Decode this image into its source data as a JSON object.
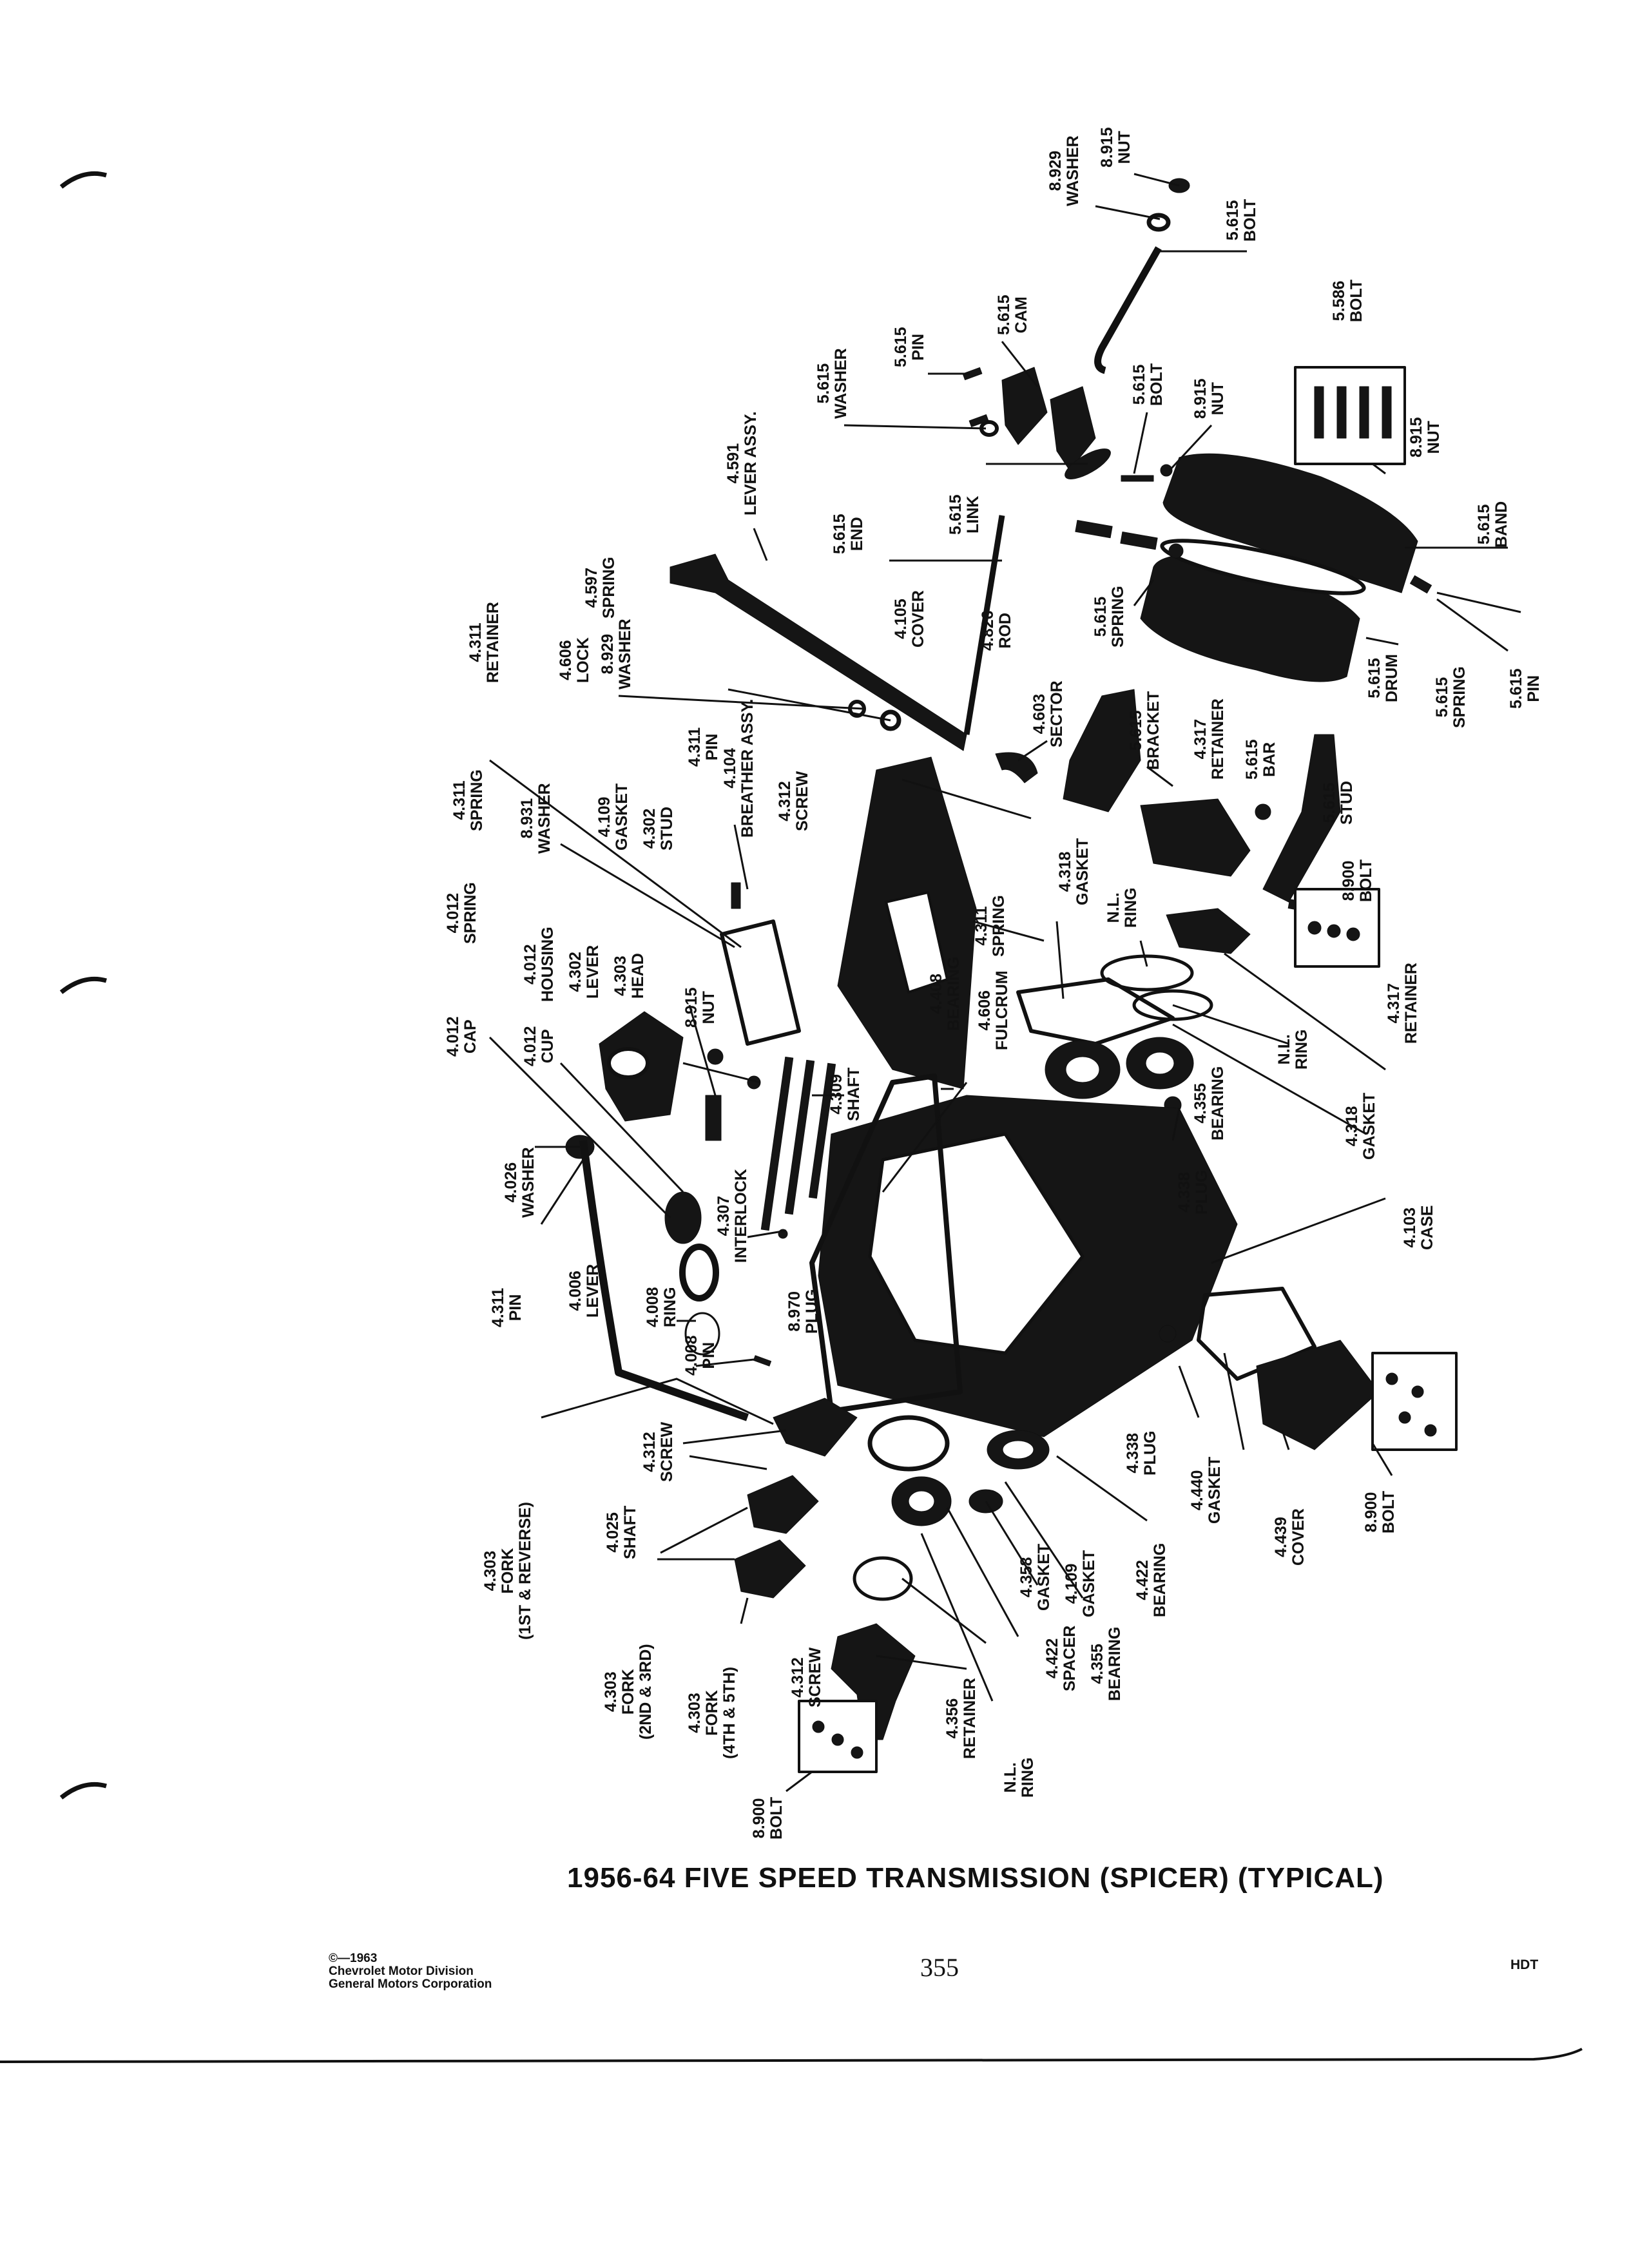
{
  "title": "1956-64 FIVE SPEED TRANSMISSION (SPICER) (TYPICAL)",
  "copyright": [
    "©—1963",
    "Chevrolet Motor Division",
    "General Motors Corporation"
  ],
  "page_number": "355",
  "section_code": "HDT",
  "callouts": [
    {
      "num": "8.929",
      "name": "WASHER"
    },
    {
      "num": "8.915",
      "name": "NUT"
    },
    {
      "num": "5.615",
      "name": "BOLT"
    },
    {
      "num": "5.615",
      "name": "CAM"
    },
    {
      "num": "5.615",
      "name": "PIN"
    },
    {
      "num": "5.615",
      "name": "WASHER"
    },
    {
      "num": "5.615",
      "name": "BOLT"
    },
    {
      "num": "8.915",
      "name": "NUT"
    },
    {
      "num": "5.586",
      "name": "BOLT"
    },
    {
      "num": "8.915",
      "name": "NUT"
    },
    {
      "num": "5.615",
      "name": "BAND"
    },
    {
      "num": "4.591",
      "name": "LEVER ASSY."
    },
    {
      "num": "5.615",
      "name": "END"
    },
    {
      "num": "5.615",
      "name": "LINK"
    },
    {
      "num": "4.597",
      "name": "SPRING"
    },
    {
      "num": "4.311",
      "name": "RETAINER"
    },
    {
      "num": "4.606",
      "name": "LOCK"
    },
    {
      "num": "8.929",
      "name": "WASHER"
    },
    {
      "num": "4.105",
      "name": "COVER"
    },
    {
      "num": "4.826",
      "name": "ROD"
    },
    {
      "num": "5.615",
      "name": "SPRING"
    },
    {
      "num": "5.615",
      "name": "DRUM"
    },
    {
      "num": "5.615",
      "name": "SPRING"
    },
    {
      "num": "5.615",
      "name": "PIN"
    },
    {
      "num": "4.311",
      "name": "PIN"
    },
    {
      "num": "4.104",
      "name": "BREATHER ASSY."
    },
    {
      "num": "4.312",
      "name": "SCREW"
    },
    {
      "num": "4.603",
      "name": "SECTOR"
    },
    {
      "num": "5.615",
      "name": "BRACKET"
    },
    {
      "num": "4.317",
      "name": "RETAINER"
    },
    {
      "num": "5.615",
      "name": "BAR"
    },
    {
      "num": "5.615",
      "name": "STUD"
    },
    {
      "num": "4.311",
      "name": "SPRING"
    },
    {
      "num": "8.931",
      "name": "WASHER"
    },
    {
      "num": "4.109",
      "name": "GASKET"
    },
    {
      "num": "4.302",
      "name": "STUD"
    },
    {
      "num": "4.311",
      "name": "SPRING"
    },
    {
      "num": "4.318",
      "name": "GASKET"
    },
    {
      "num": "8.900",
      "name": "BOLT"
    },
    {
      "num": "N.L.",
      "name": "RING"
    },
    {
      "num": "4.012",
      "name": "SPRING"
    },
    {
      "num": "4.012",
      "name": "HOUSING"
    },
    {
      "num": "4.302",
      "name": "LEVER"
    },
    {
      "num": "4.303",
      "name": "HEAD"
    },
    {
      "num": "8.915",
      "name": "NUT"
    },
    {
      "num": "4.408",
      "name": "BEARING"
    },
    {
      "num": "4.606",
      "name": "FULCRUM"
    },
    {
      "num": "4.317",
      "name": "RETAINER"
    },
    {
      "num": "N.L.",
      "name": "RING"
    },
    {
      "num": "4.012",
      "name": "CAP"
    },
    {
      "num": "4.012",
      "name": "CUP"
    },
    {
      "num": "4.309",
      "name": "SHAFT"
    },
    {
      "num": "4.355",
      "name": "BEARING"
    },
    {
      "num": "4.318",
      "name": "GASKET"
    },
    {
      "num": "4.026",
      "name": "WASHER"
    },
    {
      "num": "4.307",
      "name": "INTERLOCK"
    },
    {
      "num": "4.338",
      "name": "PLUG"
    },
    {
      "num": "4.103",
      "name": "CASE"
    },
    {
      "num": "4.311",
      "name": "PIN"
    },
    {
      "num": "4.006",
      "name": "LEVER"
    },
    {
      "num": "4.008",
      "name": "RING"
    },
    {
      "num": "8.970",
      "name": "PLUG"
    },
    {
      "num": "4.008",
      "name": "PIN"
    },
    {
      "num": "4.303",
      "name": "FORK",
      "extra": "(1ST & REVERSE)"
    },
    {
      "num": "4.312",
      "name": "SCREW"
    },
    {
      "num": "4.025",
      "name": "SHAFT"
    },
    {
      "num": "4.338",
      "name": "PLUG"
    },
    {
      "num": "4.440",
      "name": "GASKET"
    },
    {
      "num": "4.439",
      "name": "COVER"
    },
    {
      "num": "8.900",
      "name": "BOLT"
    },
    {
      "num": "4.358",
      "name": "GASKET"
    },
    {
      "num": "4.109",
      "name": "GASKET"
    },
    {
      "num": "4.422",
      "name": "BEARING"
    },
    {
      "num": "4.303",
      "name": "FORK",
      "extra": "(2ND & 3RD)"
    },
    {
      "num": "4.303",
      "name": "FORK",
      "extra": "(4TH & 5TH)"
    },
    {
      "num": "4.312",
      "name": "SCREW"
    },
    {
      "num": "4.356",
      "name": "RETAINER"
    },
    {
      "num": "4.422",
      "name": "SPACER"
    },
    {
      "num": "4.355",
      "name": "BEARING"
    },
    {
      "num": "N.L.",
      "name": "RING"
    },
    {
      "num": "8.900",
      "name": "BOLT"
    }
  ]
}
